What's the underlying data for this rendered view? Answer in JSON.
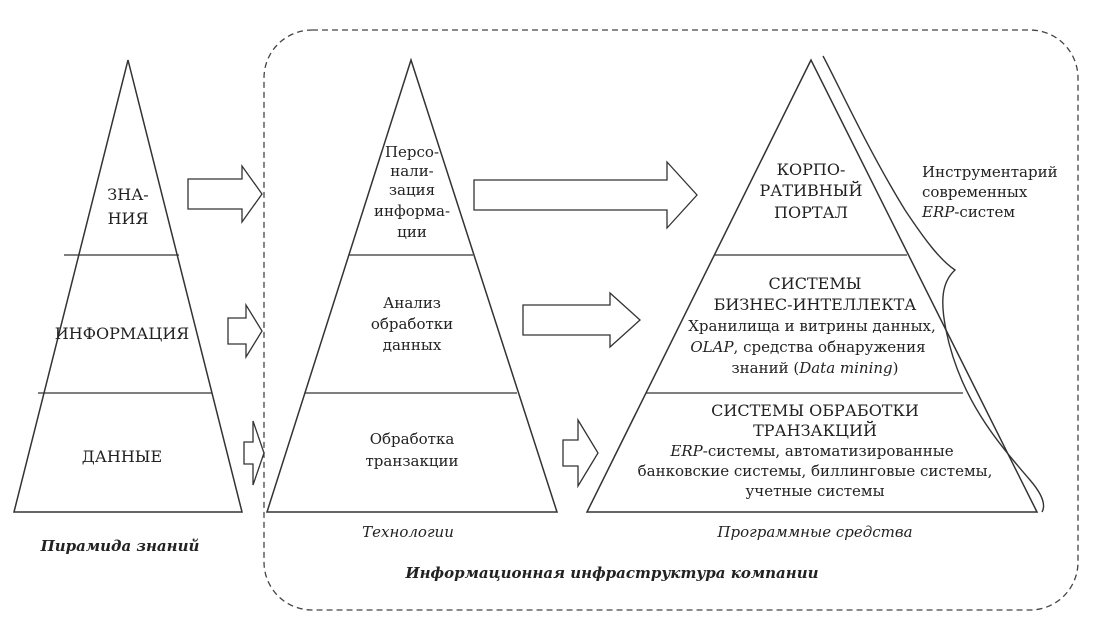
{
  "pyramid_knowledge": {
    "levels": [
      {
        "lines": [
          "ЗНА-",
          "НИЯ"
        ]
      },
      {
        "lines": [
          "ИНФОРМАЦИЯ"
        ]
      },
      {
        "lines": [
          "ДАННЫЕ"
        ]
      }
    ],
    "caption": "Пирамида знаний"
  },
  "pyramid_tech": {
    "levels": [
      {
        "lines": [
          "Персо-",
          "нали-",
          "зация",
          "информа-",
          "ции"
        ]
      },
      {
        "lines": [
          "Анализ",
          "обработки",
          "данных"
        ]
      },
      {
        "lines": [
          "Обработка",
          "транзакции"
        ]
      }
    ],
    "caption": "Технологии"
  },
  "pyramid_software": {
    "levels": [
      {
        "lines": [
          "КОРПО-",
          "РАТИВНЫЙ",
          "ПОРТАЛ"
        ]
      },
      {
        "lines": [
          "СИСТЕМЫ",
          "БИЗНЕС-ИНТЕЛЛЕКТА",
          "Хранилища и витрины данных,"
        ],
        "line4_italic": "OLAP",
        "line4_rest": ", средства обнаружения",
        "line5_start": "знаний (",
        "line5_italic": "Data mining",
        "line5_end": ")"
      },
      {
        "lines": [
          "СИСТЕМЫ ОБРАБОТКИ",
          "ТРАНЗАКЦИЙ"
        ],
        "line3_italic": "ERP",
        "line3_rest": "-системы, автоматизированные",
        "line4": "банковские системы, биллинговые системы,",
        "line5": "учетные системы"
      }
    ],
    "caption": "Программные средства"
  },
  "brace_note": {
    "line1": "Инструментарий",
    "line2": "современных",
    "line3_italic": "ERP",
    "line3_rest": "-систем"
  },
  "frame_caption": "Информационная инфраструктура компании"
}
